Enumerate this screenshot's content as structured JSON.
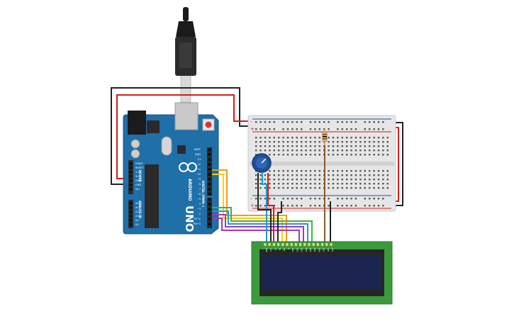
{
  "arduino": {
    "brand": "ARDUINO",
    "model": "UNO",
    "header_pins_right": [
      "AREF",
      "GND",
      "13",
      "12",
      "~11",
      "~10",
      "~9",
      "8",
      "7",
      "~6",
      "~5",
      "4",
      "~3",
      "2",
      "TX→1",
      "RX←0"
    ],
    "header_pins_left": [
      "IOREF",
      "RESET",
      "3.3V",
      "5V",
      "GND",
      "GND",
      "Vin",
      "A0",
      "A1",
      "A2",
      "A3",
      "A4",
      "A5"
    ],
    "digital_label": "DIGITAL (PWM~)",
    "analog_label": "ANALOG IN",
    "power_label": "POWER"
  },
  "lcd": {
    "pin_labels": [
      "GND",
      "VCC",
      "V0",
      "RS",
      "RW",
      "E",
      "DB0",
      "DB1",
      "DB2",
      "DB3",
      "DB4",
      "DB5",
      "DB6",
      "DB7",
      "LED",
      "LED"
    ]
  },
  "breadboard": {
    "rail_top_minus": "-",
    "rail_top_plus": "+",
    "rail_bottom_minus": "-",
    "rail_bottom_plus": "+"
  },
  "colors": {
    "board_blue": "#1f6fa8",
    "breadboard": "#e6e6e6",
    "lcd_pcb": "#3b9a3b",
    "lcd_screen": "#1b2550",
    "wire_red": "#d01d1d",
    "wire_black": "#222222",
    "wire_orange": "#f29a18",
    "wire_yellow": "#f3d20b",
    "wire_green": "#40b340",
    "wire_blue": "#1f9ad6",
    "wire_purple": "#a436b5",
    "wire_brown": "#8a5a2b"
  }
}
